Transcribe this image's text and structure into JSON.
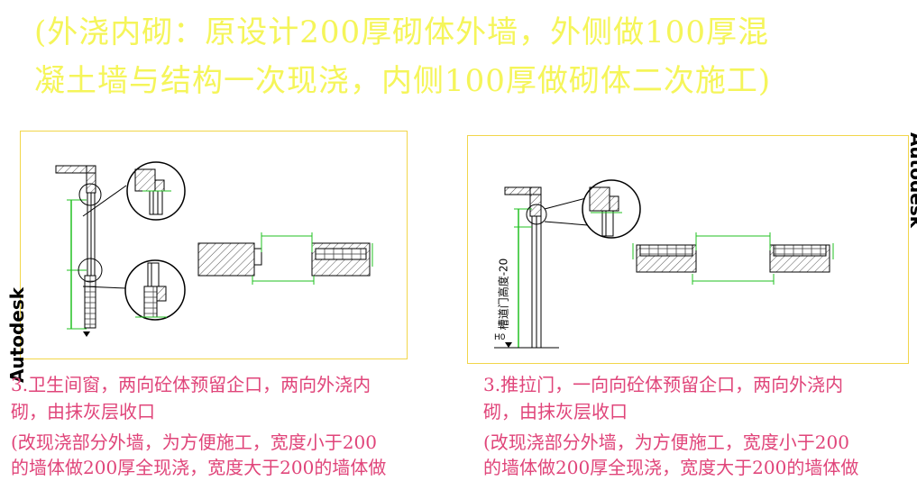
{
  "heading": {
    "line1": "(外浇内砌：原设计200厚砌体外墙，外侧做100厚混",
    "line2": "凝土墙与结构一次现浇，内侧100厚做砌体二次施工)"
  },
  "watermark": "Autodesk",
  "left_panel": {
    "caption_line1": "3.卫生间窗，两向砼体预留企口，两向外浇内",
    "caption_line2": "砌，由抹灰层收口",
    "caption_line3": "(改现浇部分外墙，为方便施工，宽度小于200",
    "caption_line4": "的墙体做200厚全现浇，宽度大于200的墙体做"
  },
  "right_panel": {
    "caption_line1": "3.推拉门，一向向砼体预留企口，两向外浇内",
    "caption_line2": "砌，由抹灰层收口",
    "caption_line3": "(改现浇部分外墙，为方便施工，宽度小于200",
    "caption_line4": "的墙体做200厚全现浇，宽度大于200的墙体做",
    "level_mark": "H0",
    "vertical_note": "槽道门高度-20"
  },
  "colors": {
    "title": "#f5f55a",
    "frame": "#f2d64a",
    "caption": "#e0457a",
    "dimension": "#22c022"
  }
}
